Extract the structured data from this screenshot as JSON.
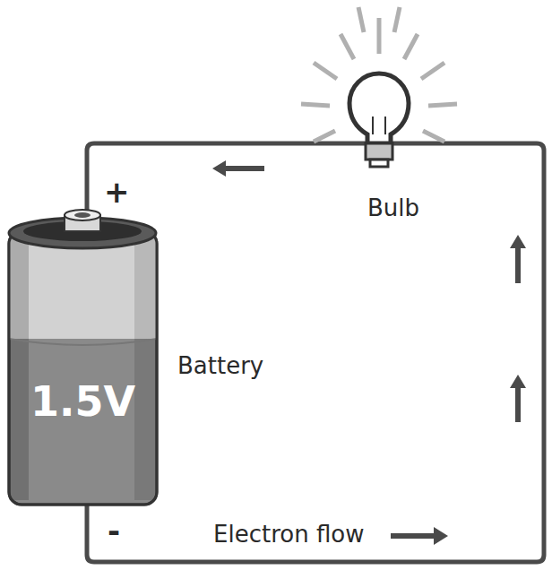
{
  "diagram": {
    "nodes": [
      {
        "text": [
          "1.5V"
        ]
      }
    ],
    "labels": [
      "+",
      "Bulb",
      "Battery",
      "-",
      "Electron flow"
    ]
  }
}
